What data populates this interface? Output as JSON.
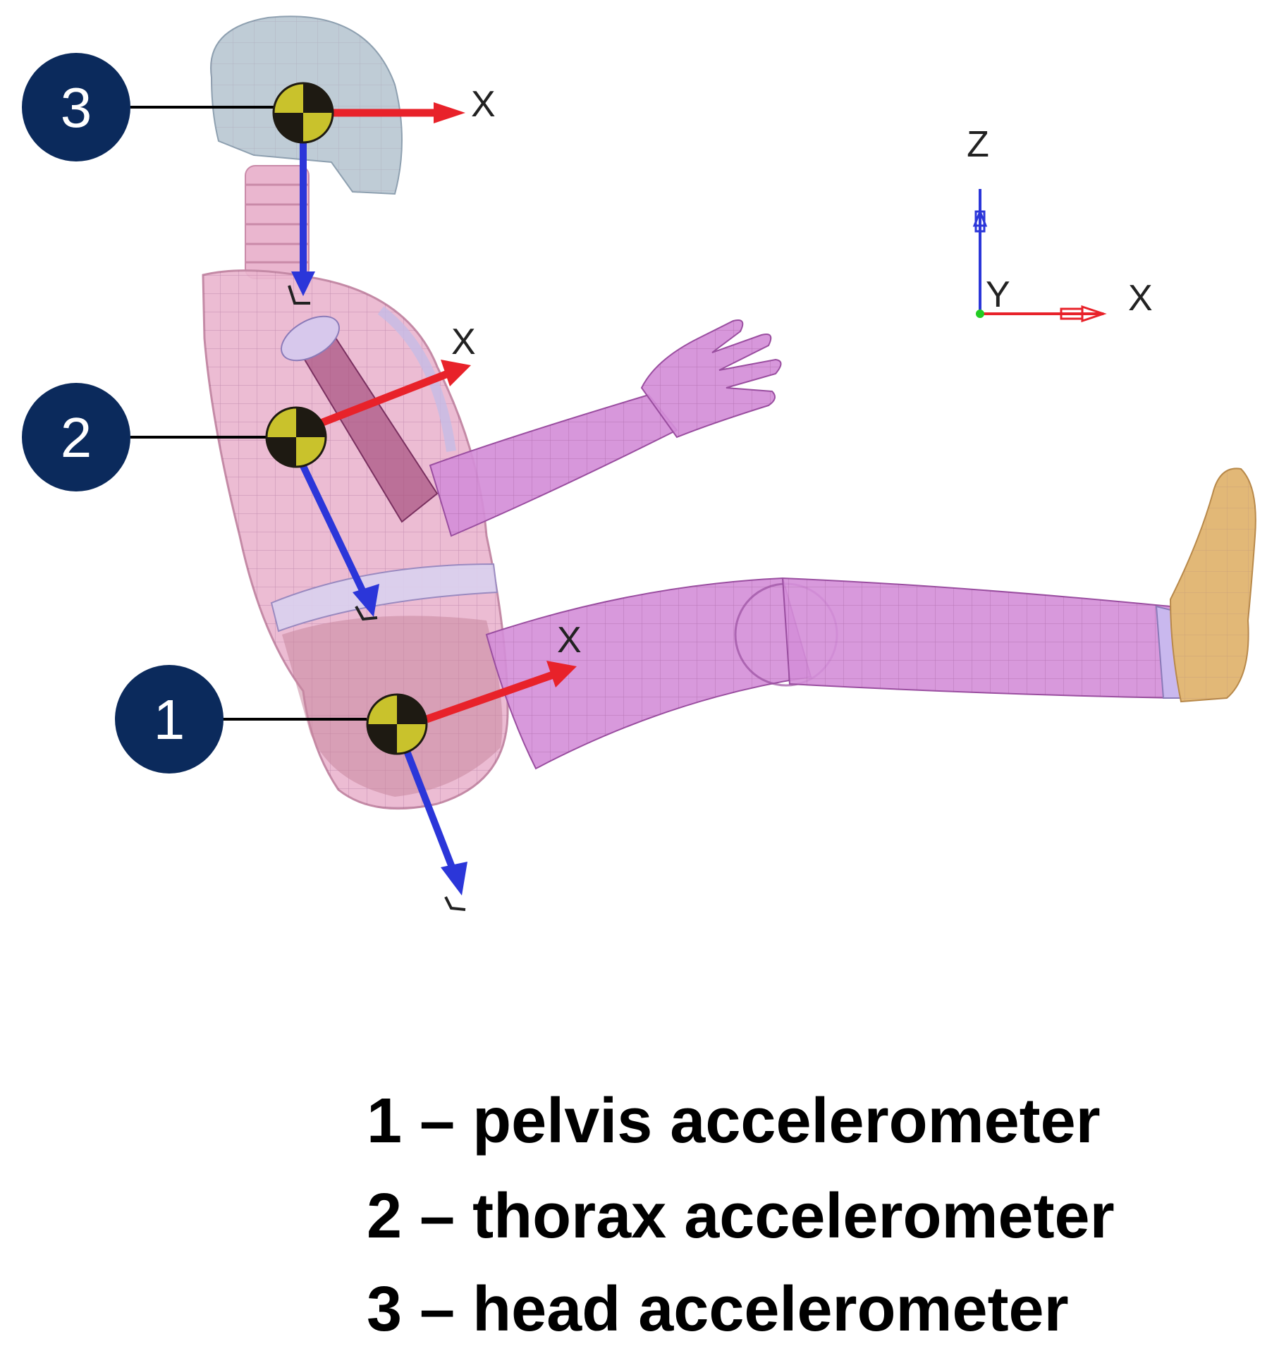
{
  "colors": {
    "badge": "#0b2a5c",
    "x_axis": "#e8222a",
    "z_axis": "#2b36d9",
    "torso": "#eab6cf",
    "limb": "#d48ed8",
    "head": "#b8c6d2",
    "foot": "#e2b877",
    "sensor_yellow": "#c9c22c",
    "sensor_dark": "#1e1a12",
    "origin_dot": "#22cc22"
  },
  "sensors": [
    {
      "id": "1",
      "axis_label": "X"
    },
    {
      "id": "2",
      "axis_label": "X"
    },
    {
      "id": "3",
      "axis_label": "X"
    }
  ],
  "triad": {
    "z_label": "Z",
    "y_label": "Y",
    "x_label": "X"
  },
  "legend": [
    {
      "number": "1",
      "dash": "–",
      "text": "pelvis accelerometer"
    },
    {
      "number": "2",
      "dash": "–",
      "text": "thorax accelerometer"
    },
    {
      "number": "3",
      "dash": "–",
      "text": "head accelerometer"
    }
  ]
}
